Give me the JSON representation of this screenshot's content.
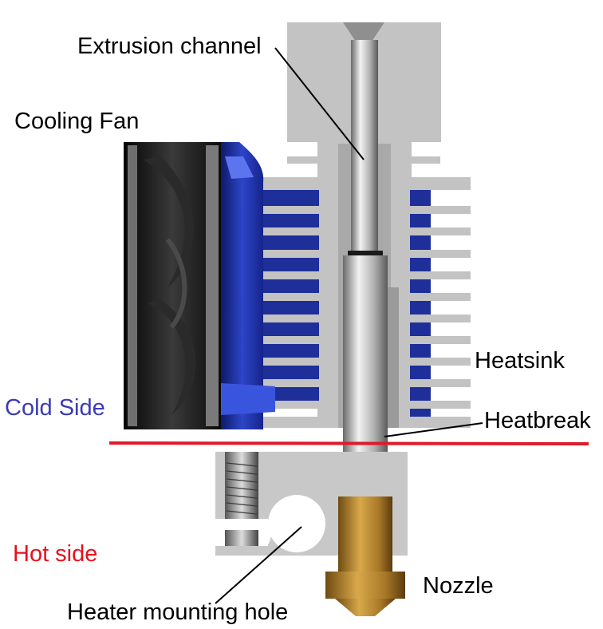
{
  "labels": {
    "extrusion_channel": "Extrusion channel",
    "cooling_fan": "Cooling Fan",
    "heatsink": "Heatsink",
    "cold_side": "Cold Side",
    "heatbreak": "Heatbreak",
    "hot_side": "Hot side",
    "nozzle": "Nozzle",
    "heater_mounting_hole": "Heater mounting hole"
  },
  "colors": {
    "cold_side": "#3b3bb3",
    "hot_side": "#e8101c",
    "divider_line": "#e01a2a",
    "aluminum": "#c3c3c3",
    "brass": "#a8782a",
    "fan_blue": "#1e2f9a",
    "fan_body": "#1a1a1a"
  }
}
